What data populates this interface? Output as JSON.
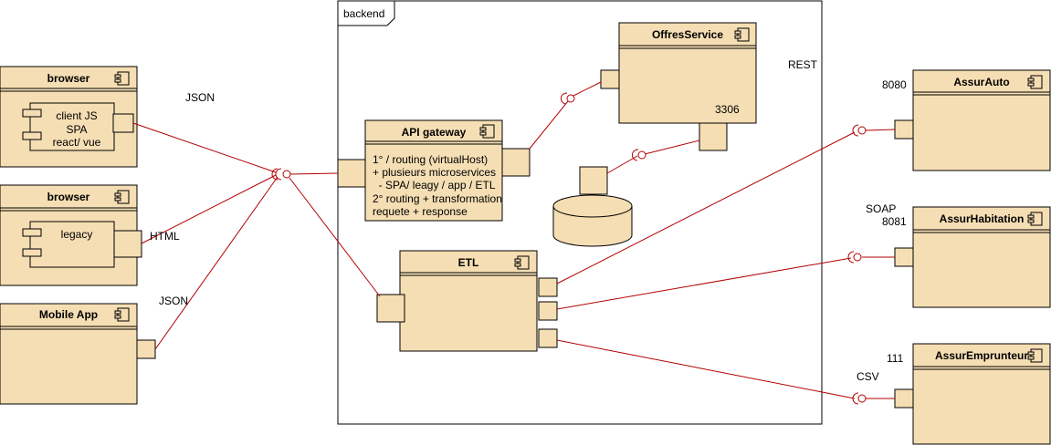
{
  "frame": {
    "title": "backend"
  },
  "components": {
    "browser1": {
      "title": "browser",
      "inner_lines": [
        "client JS",
        "SPA",
        "react/ vue"
      ]
    },
    "browser2": {
      "title": "browser",
      "inner_lines": [
        "legacy"
      ]
    },
    "mobile": {
      "title": "Mobile App"
    },
    "gateway": {
      "title": "API gateway",
      "lines": [
        "1° / routing (virtualHost)",
        "+ plusieurs microservices",
        "  - SPA/ leagy / app / ETL",
        "2° routing + transformation",
        "requete + response"
      ]
    },
    "offres": {
      "title": "OffresService",
      "port_label": "3306"
    },
    "etl": {
      "title": "ETL"
    },
    "assurauto": {
      "title": "AssurAuto"
    },
    "assurhab": {
      "title": "AssurHabitation"
    },
    "assuremp": {
      "title": "AssurEmprunteur"
    }
  },
  "labels": {
    "json1": "JSON",
    "html": "HTML",
    "json2": "JSON",
    "rest": "REST",
    "port8080": "8080",
    "soap": "SOAP",
    "port8081": "8081",
    "port111": "111",
    "csv": "CSV"
  },
  "colors": {
    "fill": "#F5DEB3",
    "wire": "#B20000",
    "stroke": "#000000"
  }
}
